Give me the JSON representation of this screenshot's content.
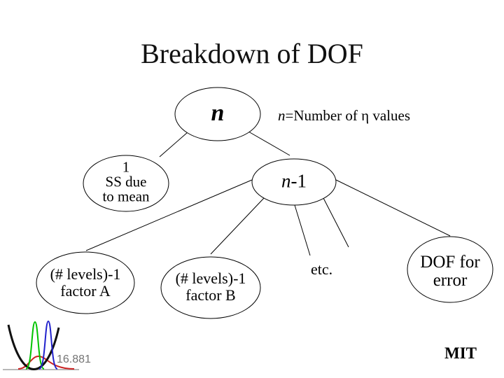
{
  "slide": {
    "title": "Breakdown of DOF",
    "footer": {
      "course_number": "16.881",
      "brand": "MIT"
    }
  },
  "diagram": {
    "annotation": {
      "italic": "n",
      "rest": "=Number of η values"
    },
    "nodes": {
      "root": {
        "label": "n"
      },
      "mean": {
        "lines": [
          "1",
          "SS due",
          "to mean"
        ]
      },
      "n_minus_1": {
        "italic": "n",
        "rest": "-1"
      },
      "factor_a": {
        "lines": [
          "(# levels)-1",
          "factor A"
        ]
      },
      "factor_b": {
        "lines": [
          "(# levels)-1",
          "factor B"
        ]
      },
      "error": {
        "lines": [
          "DOF for",
          "error"
        ]
      },
      "etc_label": "etc."
    }
  },
  "colors": {
    "edge": "#000000",
    "ellipse_stroke": "#000000",
    "text": "#000000",
    "logo_parabola": "#111111",
    "logo_green": "#00c400",
    "logo_blue": "#2222cc",
    "logo_red": "#cc2222",
    "logo_baseline": "#b8b8b8",
    "logo_number_gray": "#747474"
  }
}
